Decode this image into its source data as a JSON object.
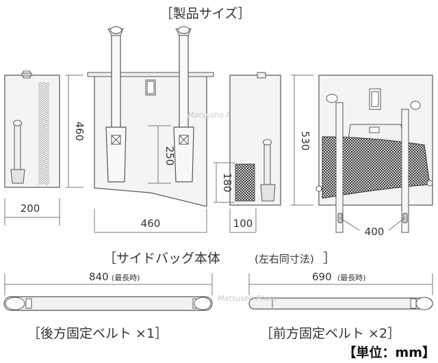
{
  "title": "［製品サイズ］",
  "watermark": "Matsusho Photo",
  "dimensions": {
    "left_width": "200",
    "left_height": "460",
    "main_width": "460",
    "main_inner_height": "250",
    "side_depth": "100",
    "side_pocket_height": "180",
    "right_height": "530",
    "right_width": "400"
  },
  "bag_caption": {
    "main": "［サイドバッグ本体",
    "note": "(左右同寸法)",
    "close": "］"
  },
  "rear_belt": {
    "length": "840",
    "length_note": "(最長時)",
    "caption": "［後方固定ベルト ×1］"
  },
  "front_belt": {
    "length": "690",
    "length_note": "(最長時)",
    "caption": "［前方固定ベルト ×2］"
  },
  "unit": "【単位：mm】",
  "colors": {
    "line": "#555555",
    "panel": "#f4f4f4",
    "text": "#333333",
    "mesh": "#2f2f2f"
  }
}
